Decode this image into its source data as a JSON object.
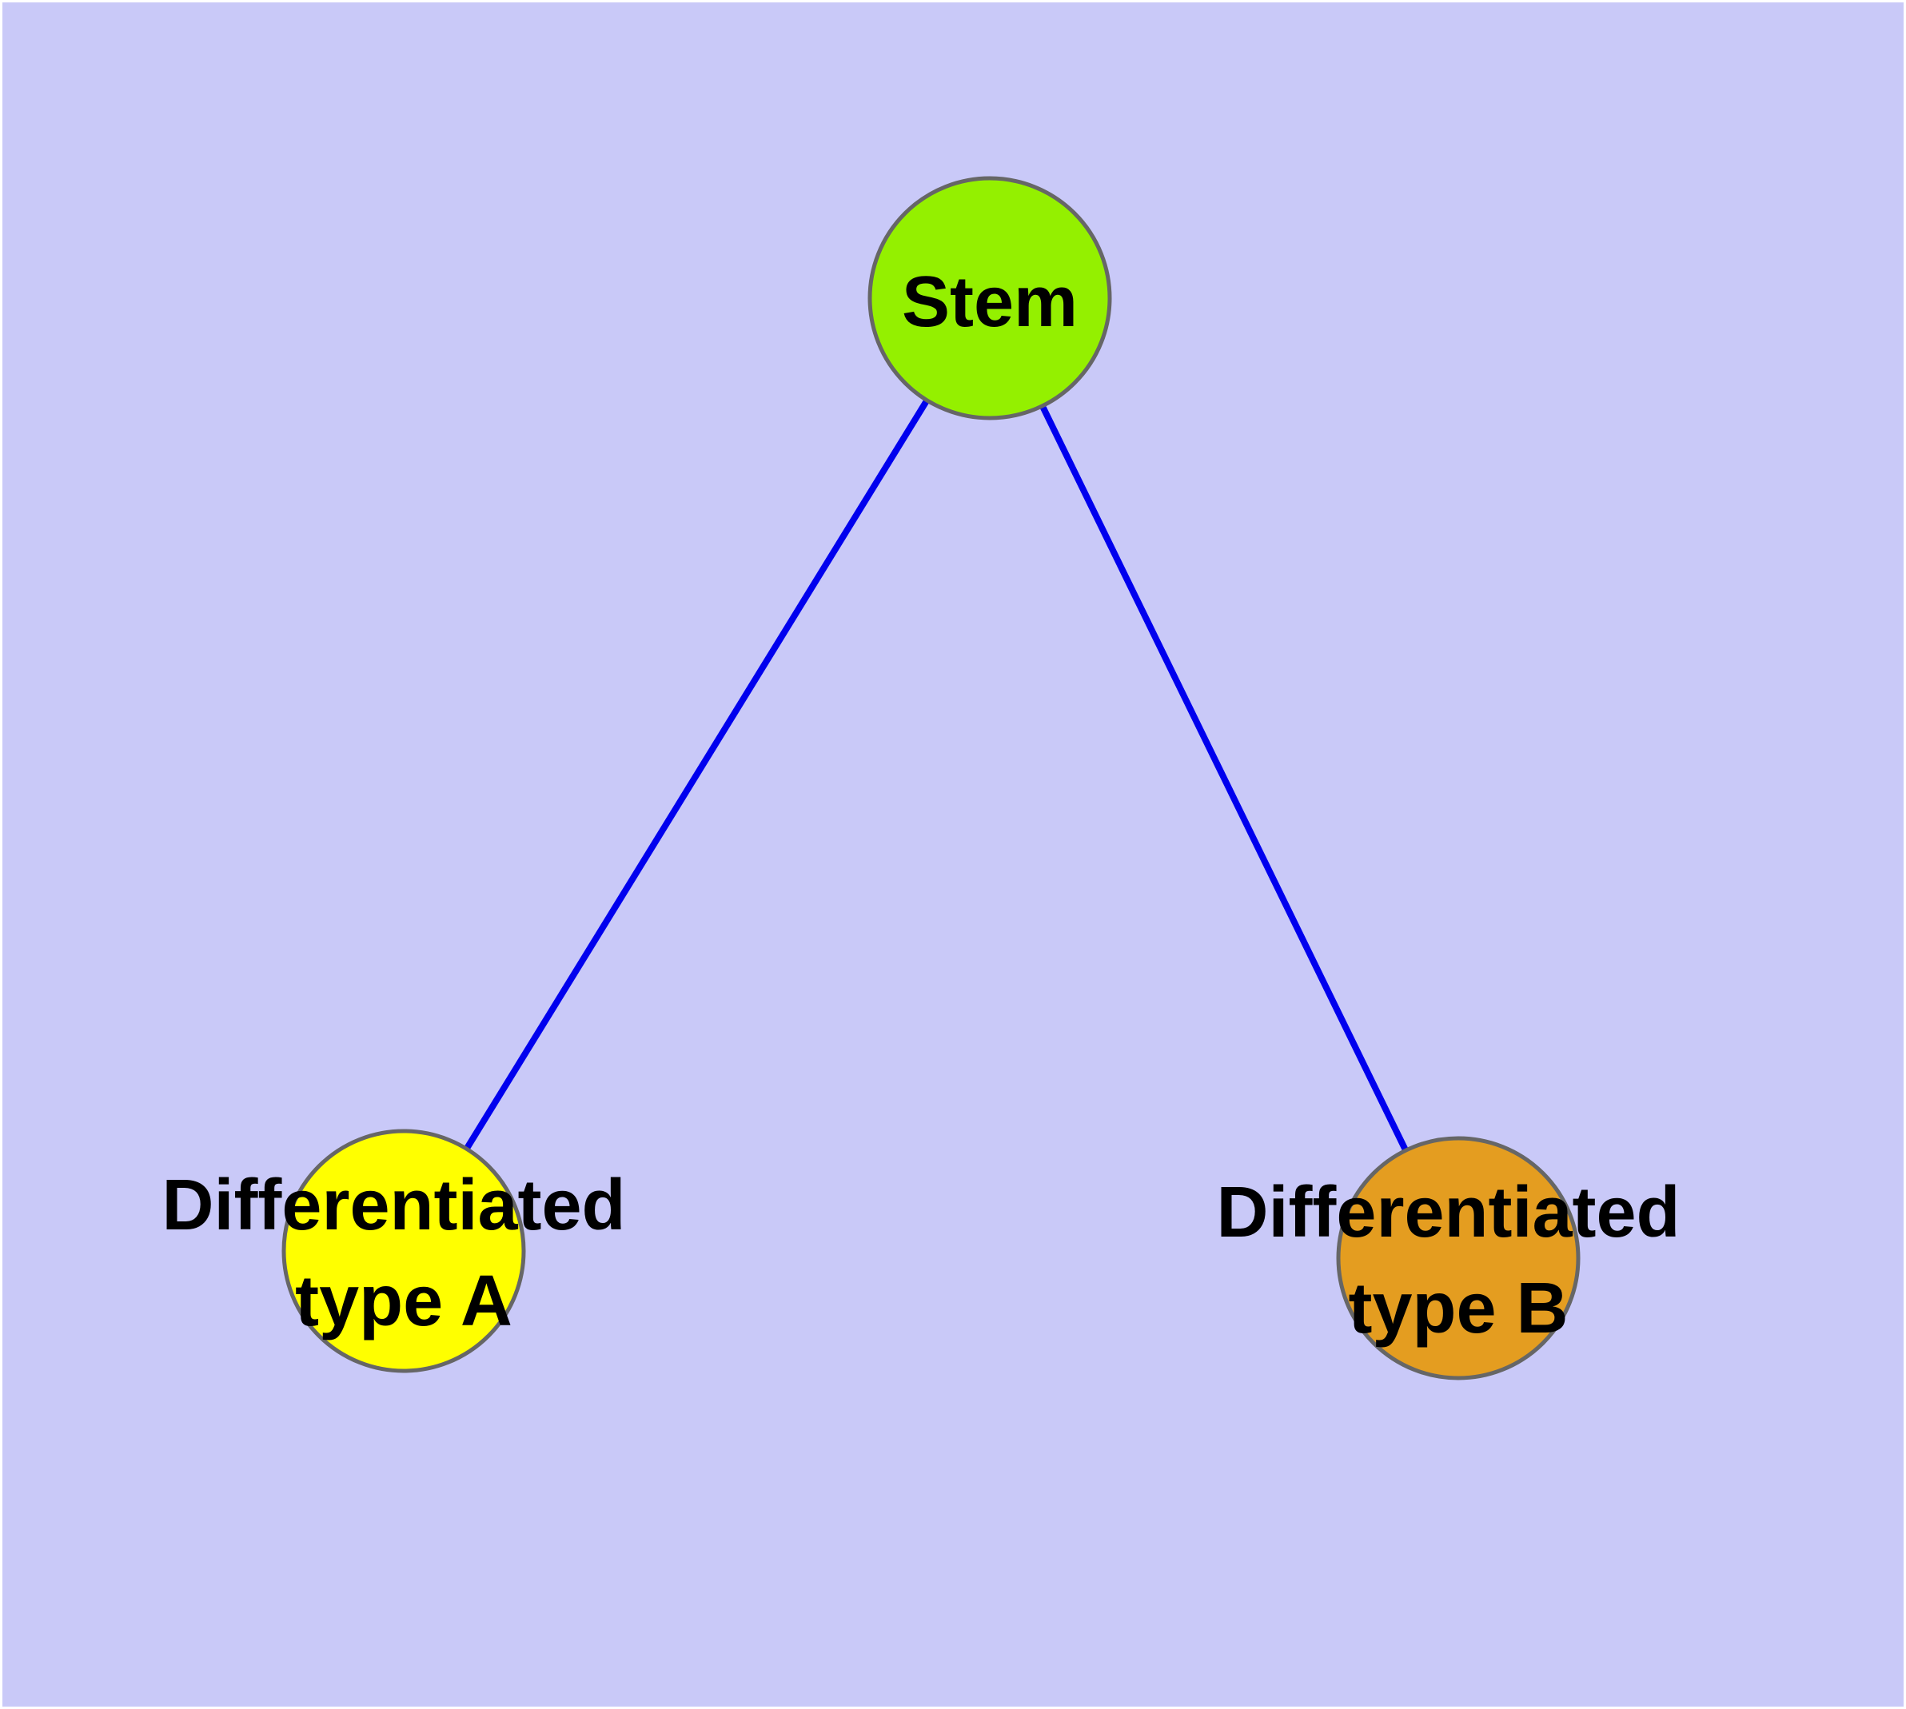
{
  "canvas": {
    "margin_color": "#ffffff",
    "background_color": "#c9c9f8"
  },
  "graph": {
    "edge_color": "#0000ee",
    "node_border_color": "#666666",
    "label_color": "#000000",
    "nodes": {
      "stem": {
        "label": "Stem",
        "color": "#94f000"
      },
      "type_a": {
        "label_line1": "Differentiated",
        "label_line2": "type A",
        "color": "#ffff00"
      },
      "type_b": {
        "label_line1": "Differentiated",
        "label_line2": "type B",
        "color": "#e49d20"
      }
    },
    "edges": [
      {
        "from": "Stem",
        "to": "Differentiated type A"
      },
      {
        "from": "Stem",
        "to": "Differentiated type B"
      }
    ]
  }
}
